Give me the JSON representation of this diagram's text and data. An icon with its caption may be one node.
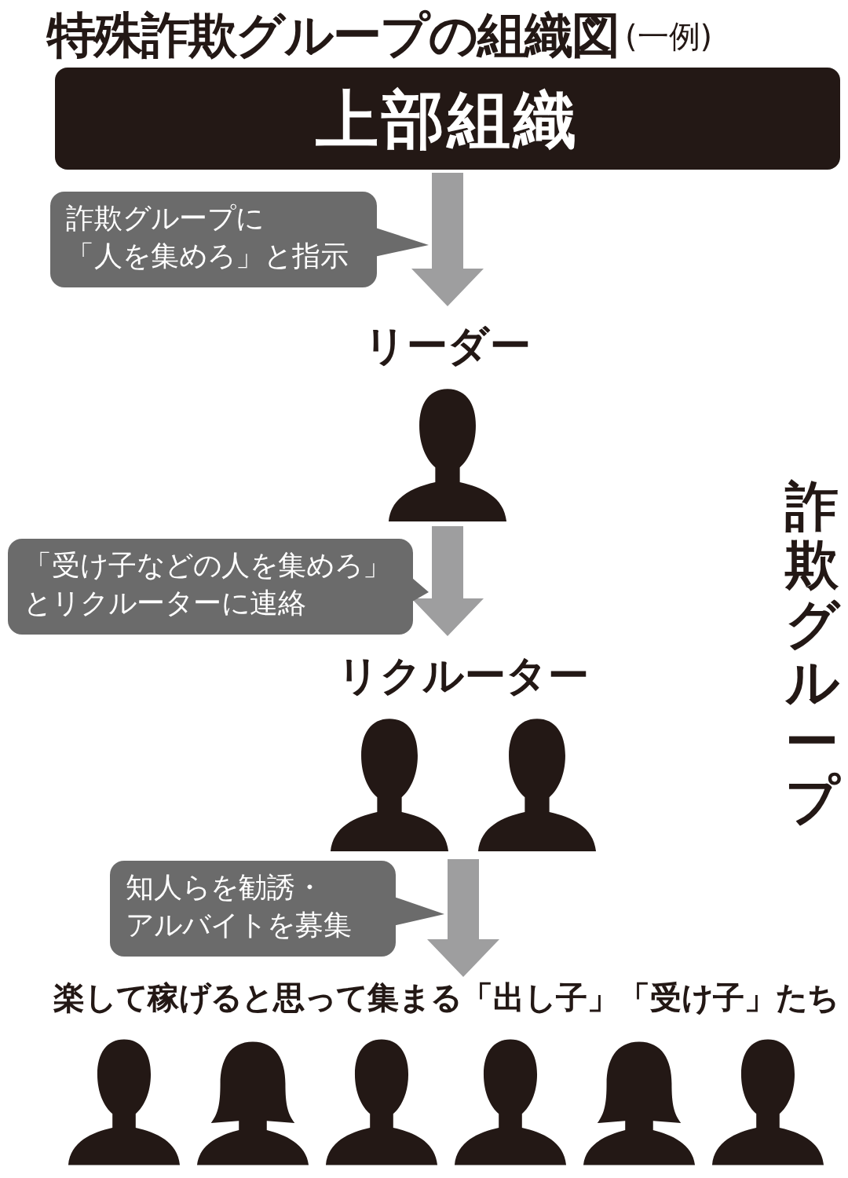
{
  "diagram": {
    "title": "特殊詐欺グループの組織図",
    "nodes": [
      {
        "text": [
          "上部組織"
        ]
      },
      {
        "text": [
          "リーダー"
        ]
      },
      {
        "text": [
          "リクルーター"
        ]
      },
      {
        "text": [
          "楽して稼げると思って集まる「出し子」「受け子」たち"
        ]
      }
    ],
    "edges": [
      {
        "from": 0,
        "to": 1,
        "arrow": "to",
        "label": "詐欺グループに「人を集めろ」と指示"
      },
      {
        "from": 1,
        "to": 2,
        "arrow": "to",
        "label": "「受け子などの人を集めろ」とリクルーターに連絡"
      },
      {
        "from": 2,
        "to": 3,
        "arrow": "to",
        "label": "知人らを勧誘・アルバイトを募集"
      }
    ],
    "labels": [
      "(一例)",
      "詐欺グループ"
    ]
  }
}
